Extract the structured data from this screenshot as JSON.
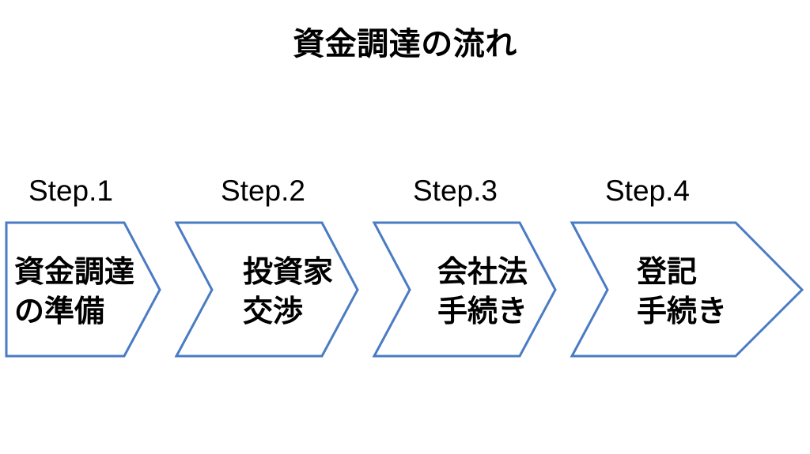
{
  "diagram": {
    "title": "資金調達の流れ",
    "type": "chevron-process-flow",
    "background_color": "#ffffff",
    "accent_color": "#4A7BC4",
    "text_color": "#000000",
    "steps": [
      {
        "label": "Step.1",
        "text": "資金調達\nの準備",
        "line1": "資金調達",
        "line2": "の準備"
      },
      {
        "label": "Step.2",
        "text": "投資家\n交渉",
        "line1": "投資家",
        "line2": "交渉"
      },
      {
        "label": "Step.3",
        "text": "会社法\n手続き",
        "line1": "会社法",
        "line2": "手続き"
      },
      {
        "label": "Step.4",
        "text": "登記\n手続き",
        "line1": "登記",
        "line2": "手続き"
      }
    ]
  }
}
